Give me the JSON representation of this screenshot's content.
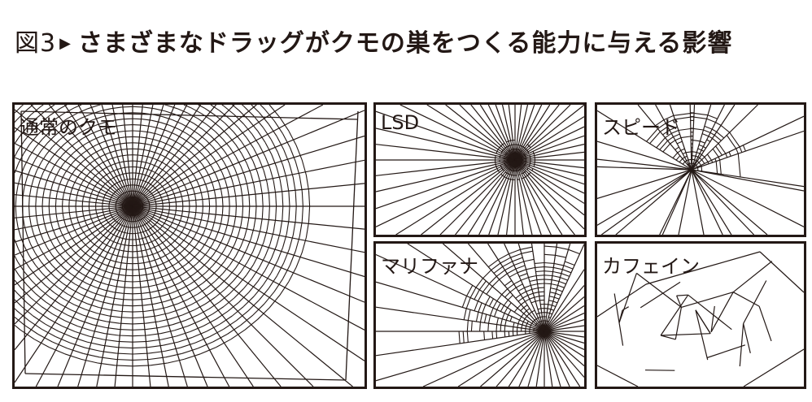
{
  "title": {
    "figure_number": "図3",
    "arrow_icon": "triangle-right-icon",
    "text": "さまざまなドラッグがクモの巣をつくる能力に与える影響"
  },
  "panels": [
    {
      "id": "normal",
      "label": "通常のクモ"
    },
    {
      "id": "lsd",
      "label": "LSD"
    },
    {
      "id": "speed",
      "label": "スピード"
    },
    {
      "id": "marijuana",
      "label": "マリファナ"
    },
    {
      "id": "caffeine",
      "label": "カフェイン"
    }
  ],
  "colors": {
    "ink": "#231815",
    "background": "#ffffff"
  }
}
